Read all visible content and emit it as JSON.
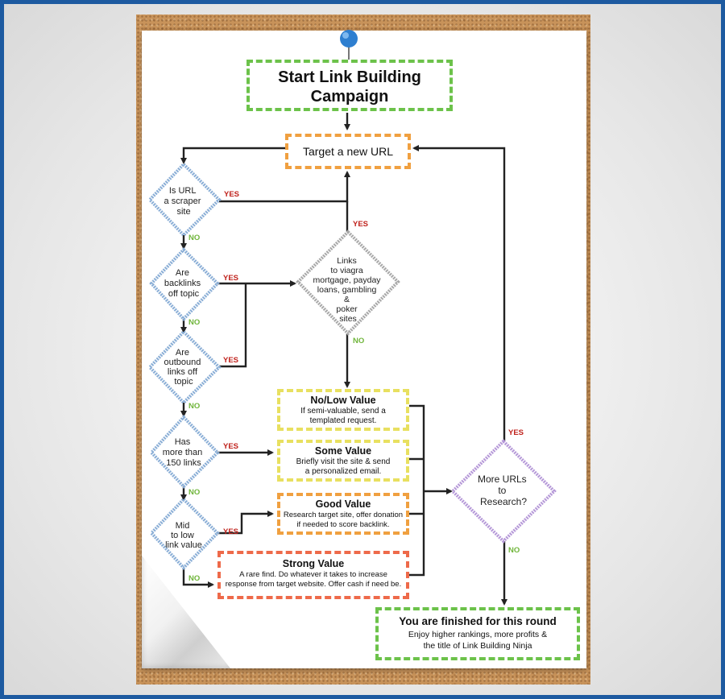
{
  "start": {
    "line1": "Start Link Building",
    "line2": "Campaign"
  },
  "target": "Target a new URL",
  "decisions": {
    "scraper": [
      "Is URL",
      "a scraper",
      "site"
    ],
    "backlinks": [
      "Are",
      "backlinks",
      "off topic"
    ],
    "outbound": [
      "Are",
      "outbound",
      "links off",
      "topic"
    ],
    "links150": [
      "Has",
      "more than",
      "150 links"
    ],
    "midlow": [
      "Mid",
      "to low",
      "link value"
    ],
    "viagra": [
      "Links",
      "to viagra",
      "mortgage, payday",
      "loans, gambling",
      "&",
      "poker",
      "sites"
    ],
    "moreurls": [
      "More URLs",
      "to",
      "Research?"
    ]
  },
  "labels": {
    "yes": "YES",
    "no": "NO"
  },
  "values": {
    "nolow": {
      "title": "No/Low Value",
      "line1": "If semi-valuable, send a",
      "line2": "templated request."
    },
    "some": {
      "title": "Some Value",
      "line1": "Briefly visit the site & send",
      "line2": "a personalized email."
    },
    "good": {
      "title": "Good Value",
      "line1": "Research target site, offer donation",
      "line2": "if needed to score backlink."
    },
    "strong": {
      "title": "Strong Value",
      "line1": "A rare find. Do whatever it takes to increase",
      "line2": "response from target website. Offer cash if need be."
    }
  },
  "finish": {
    "title": "You are finished for this round",
    "line1": "Enjoy higher rankings, more profits &",
    "line2": "the title of Link Building Ninja"
  },
  "colors": {
    "green": "#6cc24a",
    "orange": "#f0a040",
    "yellow": "#e8e060",
    "red": "#ee6a4a",
    "blue": "#8aaed6",
    "gray": "#a8a8a8",
    "purple": "#b598d8",
    "yes": "#c0221c",
    "no": "#6fb53a",
    "frame": "#1d5aa0"
  }
}
